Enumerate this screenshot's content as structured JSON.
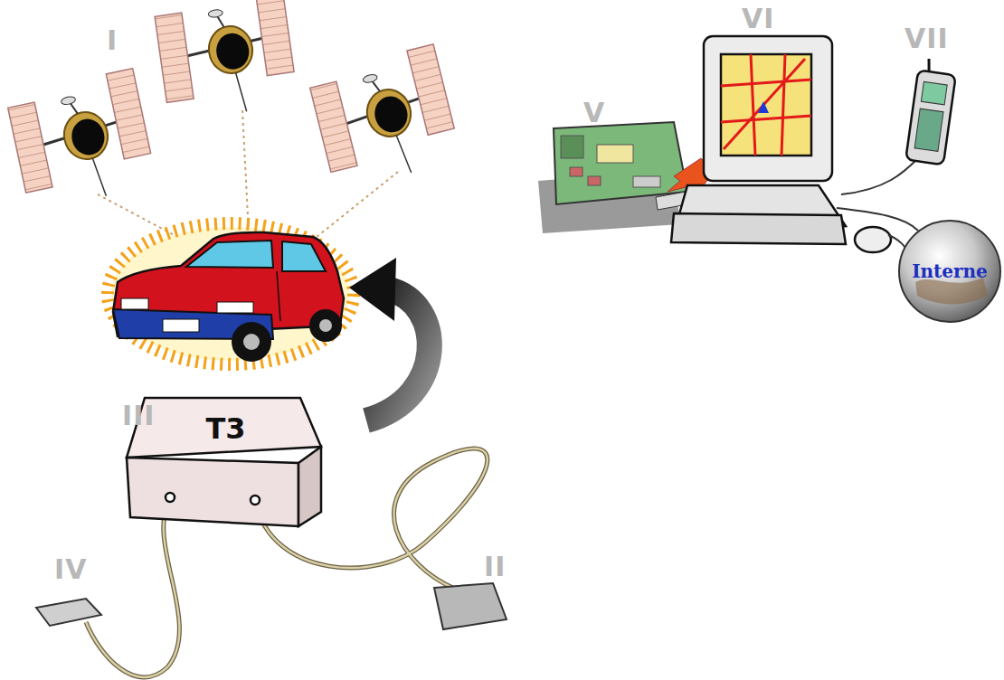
{
  "diagram": {
    "nodes": [
      {
        "text": [
          "Interne"
        ]
      },
      {
        "text": [
          "T3"
        ]
      }
    ],
    "labels": [
      "I",
      "VI",
      "VII",
      "V",
      "III",
      "IV",
      "II"
    ]
  }
}
